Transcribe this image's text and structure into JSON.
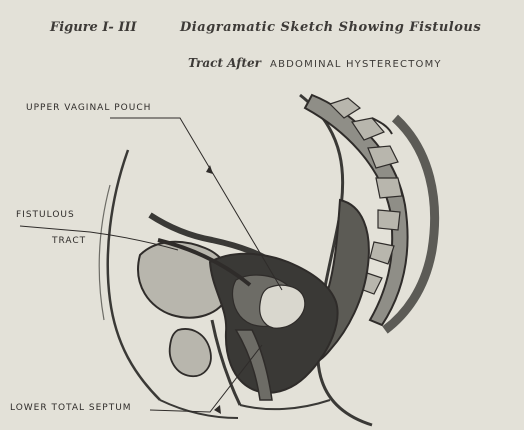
{
  "caption": {
    "figure": "Figure I- III",
    "line1": "Diagramatic Sketch Showing Fistulous",
    "line2_prefix": "Tract After",
    "line2_caps": "ABDOMINAL HYSTERECTOMY"
  },
  "labels": {
    "upper_pouch": "UPPER VAGINAL POUCH",
    "fistulous_line1": "FISTULOUS",
    "fistulous_line2": "TRACT",
    "lower_septum": "LOWER TOTAL SEPTUM"
  },
  "colors": {
    "paper": "#e3e1d8",
    "ink": "#2f2c2a",
    "dark_tissue": "#3a3936",
    "mid_tissue": "#6d6c66",
    "light_tissue": "#b8b6ad"
  }
}
